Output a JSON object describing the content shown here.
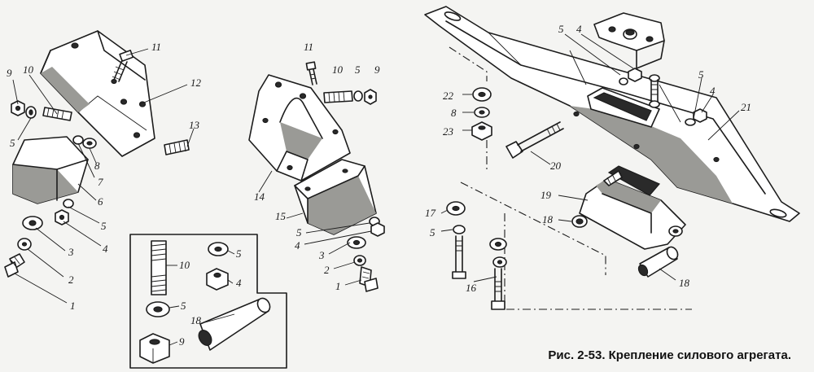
{
  "caption": "Рис. 2-53. Крепление силового агрегата.",
  "labels": {
    "l1a": "1",
    "l2a": "2",
    "l3a": "3",
    "l4a": "4",
    "l5a": "5",
    "l5b": "5",
    "l6": "6",
    "l7": "7",
    "l8a": "8",
    "l9a": "9",
    "l10a": "10",
    "l11a": "11",
    "l12": "12",
    "l13": "13",
    "l11b": "11",
    "l10b": "10",
    "l5c": "5",
    "l9b": "9",
    "l14": "14",
    "l15": "15",
    "l5d": "5",
    "l4b": "4",
    "l3b": "3",
    "l2b": "2",
    "l1b": "1",
    "l10c": "10",
    "l5e": "5",
    "l4c": "4",
    "l5f": "5",
    "l18a": "18",
    "l9c": "9",
    "l5g": "5",
    "l4d": "4",
    "l5h": "5",
    "l4e": "4",
    "l21": "21",
    "l22": "22",
    "l8b": "8",
    "l23": "23",
    "l20": "20",
    "l19": "19",
    "l17": "17",
    "l5i": "5",
    "l18b": "18",
    "l16": "16",
    "l18c": "18"
  }
}
